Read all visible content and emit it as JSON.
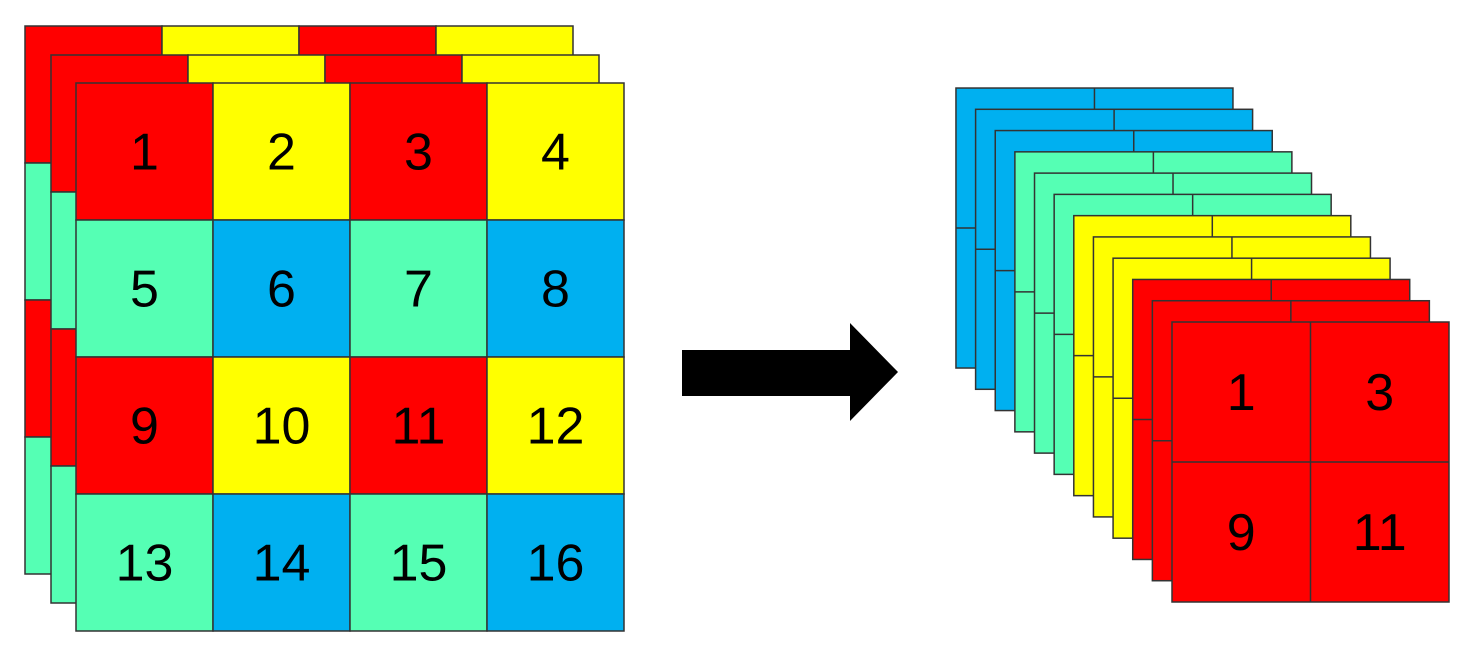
{
  "colors": {
    "red": "#ff0000",
    "yellow": "#ffff00",
    "green": "#55ffb4",
    "blue": "#00b0f0",
    "arrow": "#000000",
    "border": "#333333"
  },
  "input_grid": {
    "rows": 4,
    "cols": 4,
    "cells": [
      {
        "label": "1",
        "color": "red"
      },
      {
        "label": "2",
        "color": "yellow"
      },
      {
        "label": "3",
        "color": "red"
      },
      {
        "label": "4",
        "color": "yellow"
      },
      {
        "label": "5",
        "color": "green"
      },
      {
        "label": "6",
        "color": "blue"
      },
      {
        "label": "7",
        "color": "green"
      },
      {
        "label": "8",
        "color": "blue"
      },
      {
        "label": "9",
        "color": "red"
      },
      {
        "label": "10",
        "color": "yellow"
      },
      {
        "label": "11",
        "color": "red"
      },
      {
        "label": "12",
        "color": "yellow"
      },
      {
        "label": "13",
        "color": "green"
      },
      {
        "label": "14",
        "color": "blue"
      },
      {
        "label": "15",
        "color": "green"
      },
      {
        "label": "16",
        "color": "blue"
      }
    ],
    "back_layer_count": 2
  },
  "arrow": {
    "icon": "right-arrow-icon"
  },
  "output_stack": {
    "layer_colors": [
      "blue",
      "blue",
      "blue",
      "green",
      "green",
      "green",
      "yellow",
      "yellow",
      "yellow",
      "red",
      "red",
      "red"
    ],
    "front_cells": [
      {
        "label": "1"
      },
      {
        "label": "3"
      },
      {
        "label": "9"
      },
      {
        "label": "11"
      }
    ]
  }
}
